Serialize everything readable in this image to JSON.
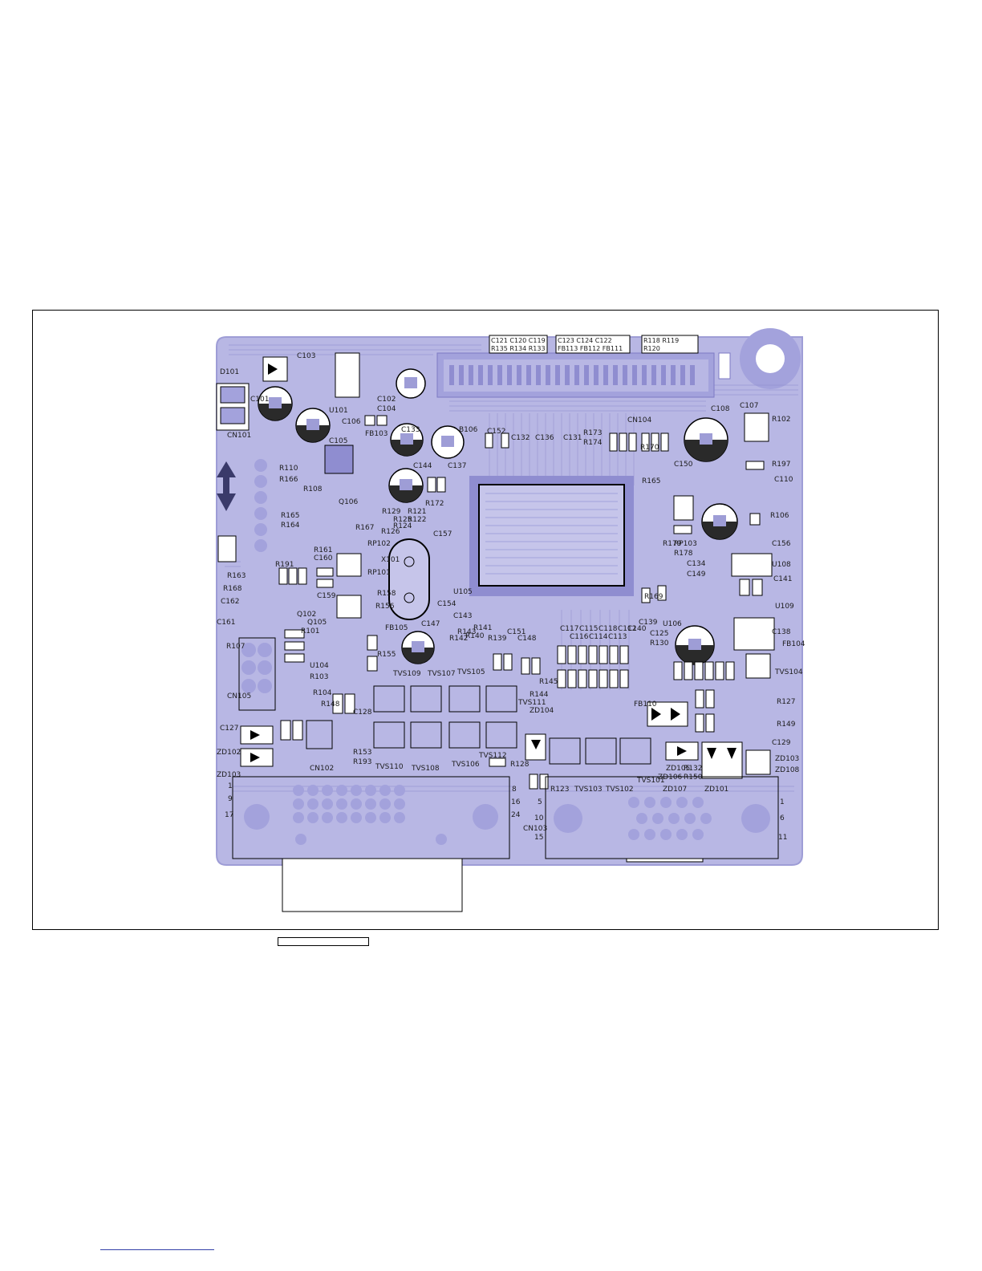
{
  "colors": {
    "board": "#b8b7e4",
    "trace": "#8f8dd0",
    "pad": "#a3a2dc",
    "ink": "#1c1c1c",
    "outline": "#000000"
  },
  "labels": {
    "connectors": [
      "CN101",
      "CN102",
      "CN103",
      "CN104",
      "CN105"
    ],
    "top_groups": [
      {
        "top": "C121 C120 C119",
        "bottom": "R135 R134 R133"
      },
      {
        "top": "C123 C124 C122",
        "bottom": "FB113 FB112 FB111"
      },
      {
        "top": "R118 R119",
        "bottom": "R120"
      }
    ],
    "left": [
      "D101",
      "C103",
      "U101",
      "C106",
      "C105",
      "FB103",
      "R110",
      "R166",
      "R108",
      "Q106",
      "R165",
      "R164",
      "R167",
      "R191",
      "R163",
      "R168",
      "C162",
      "C161",
      "R107",
      "C127",
      "ZD102",
      "ZD103",
      "R161",
      "C160",
      "C159",
      "C101",
      "R101",
      "U104",
      "R103",
      "R148",
      "R104",
      "Q105",
      "Q102",
      "R155"
    ],
    "middle": [
      "C102",
      "C104",
      "C133",
      "B106",
      "C144",
      "C137",
      "R172",
      "C152",
      "C132",
      "C136",
      "C131",
      "R173",
      "R174",
      "X101",
      "R158",
      "RP102",
      "RP101",
      "R126",
      "R129",
      "R125",
      "R121",
      "R122",
      "R124",
      "C157",
      "C154",
      "U105",
      "C143",
      "FB105",
      "C147",
      "R141",
      "R140",
      "R143",
      "R142",
      "R139",
      "C151",
      "C148",
      "C117",
      "C116",
      "C115",
      "C114",
      "C118",
      "C113",
      "C112",
      "C140",
      "C139",
      "R145",
      "R144",
      "ZD104",
      "FB110",
      "C128",
      "R128",
      "R153",
      "R193",
      "R156"
    ],
    "right": [
      "CN104",
      "C108",
      "C107",
      "R102",
      "C110",
      "R197",
      "R106",
      "R170",
      "C150",
      "R165",
      "RP103",
      "R179",
      "R178",
      "C134",
      "C149",
      "C156",
      "C141",
      "U108",
      "U109",
      "R169",
      "U106",
      "C125",
      "R130",
      "C138",
      "FB104",
      "TVS104",
      "R127",
      "R149",
      "C129",
      "ZD103",
      "ZD108",
      "R132",
      "R150",
      "ZD105",
      "ZD106",
      "ZD107",
      "ZD101",
      "R123"
    ],
    "tvs": [
      "TVS109",
      "TVS107",
      "TVS105",
      "TVS110",
      "TVS108",
      "TVS106",
      "TVS112",
      "TVS111",
      "TVS103",
      "TVS102",
      "TVS101"
    ],
    "pins": [
      "1",
      "9",
      "17",
      "16",
      "24",
      "8",
      "5",
      "10",
      "15",
      "1",
      "6",
      "11"
    ]
  }
}
